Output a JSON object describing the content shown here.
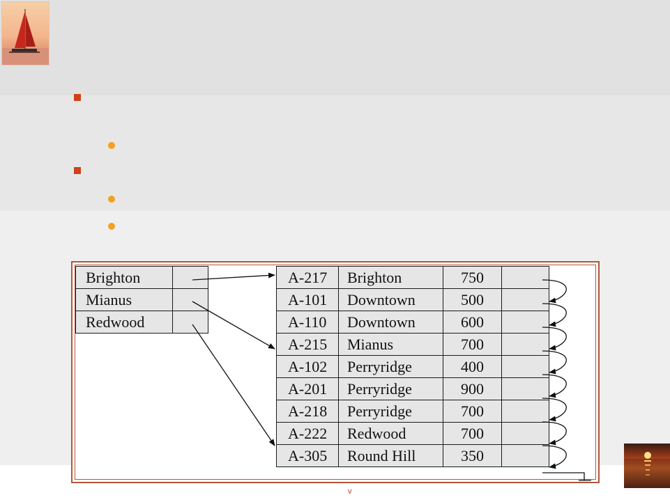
{
  "slide": {
    "footer_mark": "v",
    "icons": {
      "top_logo": "sailboat-photo",
      "bottom_logo": "sunset-photo"
    }
  },
  "index_file": {
    "entries": [
      {
        "key": "Brighton"
      },
      {
        "key": "Mianus"
      },
      {
        "key": "Redwood"
      }
    ]
  },
  "relation": {
    "records": [
      {
        "account": "A-217",
        "branch": "Brighton",
        "balance": "750"
      },
      {
        "account": "A-101",
        "branch": "Downtown",
        "balance": "500"
      },
      {
        "account": "A-110",
        "branch": "Downtown",
        "balance": "600"
      },
      {
        "account": "A-215",
        "branch": "Mianus",
        "balance": "700"
      },
      {
        "account": "A-102",
        "branch": "Perryridge",
        "balance": "400"
      },
      {
        "account": "A-201",
        "branch": "Perryridge",
        "balance": "900"
      },
      {
        "account": "A-218",
        "branch": "Perryridge",
        "balance": "700"
      },
      {
        "account": "A-222",
        "branch": "Redwood",
        "balance": "700"
      },
      {
        "account": "A-305",
        "branch": "Round Hill",
        "balance": "350"
      }
    ]
  },
  "colors": {
    "bullet_primary": "#d0401a",
    "bullet_secondary": "#f4a020",
    "frame": "#b2563a"
  }
}
